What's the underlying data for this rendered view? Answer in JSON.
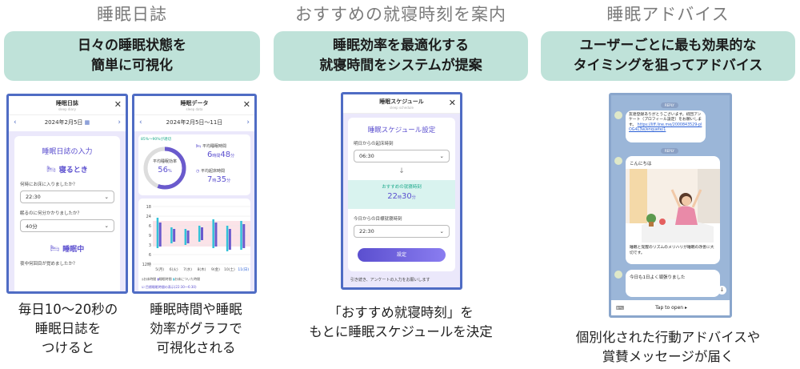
{
  "columns": [
    {
      "title": "睡眠日誌",
      "pill": [
        "日々の睡眠状態を",
        "簡単に可視化"
      ]
    },
    {
      "title": "おすすめの就寝時刻を案内",
      "pill": [
        "睡眠効率を最適化する",
        "就寝時間をシステムが提案"
      ]
    },
    {
      "title": "睡眠アドバイス",
      "pill": [
        "ユーザーごとに最も効果的な",
        "タイミングを狙ってアドバイス"
      ]
    }
  ],
  "captions": {
    "c1": [
      "毎日10〜20秒の",
      "睡眠日誌を",
      "つけると"
    ],
    "c2": [
      "睡眠時間や睡眠",
      "効率がグラフで",
      "可視化される"
    ],
    "c3": [
      "「おすすめ就寝時刻」を",
      "もとに睡眠スケジュールを決定"
    ],
    "c4": [
      "個別化された行動アドバイスや",
      "賞賛メッセージが届く"
    ]
  },
  "diary": {
    "header": "睡眠日誌",
    "date": "2024年2月5日",
    "section": "睡眠日誌の入力",
    "sleep_heading": "寝るとき",
    "q1": "何時にお床に入りましたか？",
    "v1": "22:30",
    "q2": "眠るのに何分かかりましたか？",
    "v2": "40分",
    "sleeping_heading": "睡眠中",
    "q3": "夜中何回目が覚めましたか？"
  },
  "data": {
    "header": "睡眠データ",
    "date": "2024年2月5日〜11日",
    "range": "85%〜90%が適切",
    "eff_label": "平均睡眠効率",
    "eff_value": "56",
    "eff_unit": "%",
    "time_label": "平均睡眠時間",
    "time_h": "6",
    "time_m": "48",
    "wake_label": "平均起床時間",
    "wake_h": "7",
    "wake_m": "35",
    "h_unit": "時間",
    "m_unit": "分",
    "wake_h_unit": "時",
    "legend": [
      "お床時間",
      "睡眠時間",
      "お床についた時間"
    ],
    "footnote": "目標睡眠時間の表示(22:30〜6:30)"
  },
  "chart_data": {
    "type": "bar",
    "title": "",
    "xlabel": "",
    "ylabel": "",
    "y_ticks": [
      "18",
      "24",
      "6",
      "9",
      "3",
      "6",
      "12時"
    ],
    "categories": [
      "5(月)",
      "6(火)",
      "7(水)",
      "8(木)",
      "9(金)",
      "10(土)",
      "11(日)"
    ],
    "series": [
      {
        "name": "お床時間",
        "values": [
          [
            21.5,
            31
          ],
          [
            24.5,
            29.5
          ],
          [
            25,
            30
          ],
          [
            24,
            29
          ],
          [
            22,
            31
          ],
          [
            24,
            32
          ],
          [
            22.5,
            31.5
          ]
        ]
      },
      {
        "name": "睡眠時間",
        "values": [
          [
            23,
            30.5
          ],
          [
            25,
            29
          ],
          [
            25.5,
            29.5
          ],
          [
            24.5,
            28.5
          ],
          [
            23,
            30.5
          ],
          [
            25,
            31.5
          ],
          [
            23.5,
            31
          ]
        ]
      }
    ]
  },
  "schedule": {
    "header": "睡眠スケジュール",
    "section": "睡眠スケジュール設定",
    "q1": "明日からの起床時刻",
    "v1": "06:30",
    "rec_label": "おすすめの就寝時刻",
    "rec_h": "22",
    "rec_m": "30",
    "h_unit": "時",
    "m_unit": "分",
    "q2": "今日からの目標就寝時刻",
    "v2": "22:30",
    "button": "設定",
    "footer": "引き続き、アンケートの入力をお願いします"
  },
  "chat": {
    "badge": "REPLY",
    "msg1": "友達登録ありがとうございます。初回アンケート（プロフィール設定）をお願いします。",
    "link": "https://liff.line.me/2000843529-plOG4L3w/enquete/1",
    "msg2_greet": "こんにちは",
    "msg2_body": "睡眠と覚醒のリズムのメリハリが睡眠の改善に大切です。",
    "msg3": "今日も1日よく頑張りました",
    "tap": "Tap to open ▸"
  },
  "colors": {
    "accent": "#5b4fcf",
    "teal": "#bfe2d9",
    "frame": "#4f6cc4",
    "bar_purple": "#6a5acd",
    "bar_cyan": "#33c1d9"
  }
}
